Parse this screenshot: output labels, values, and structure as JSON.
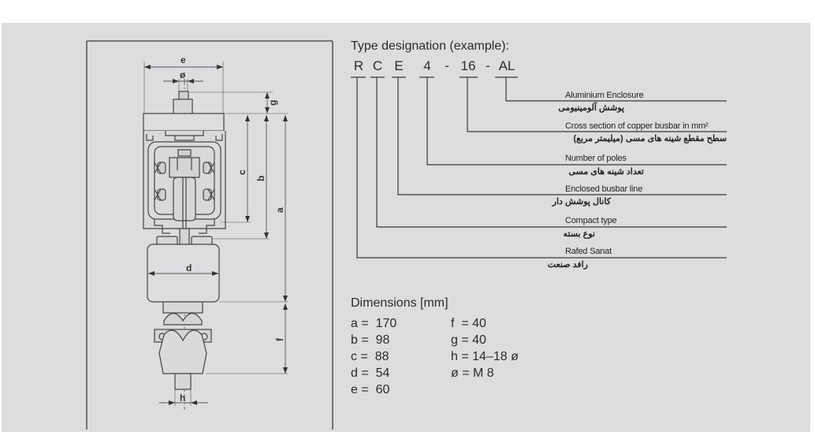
{
  "type_designation": {
    "title": "Type designation (example):",
    "code": [
      {
        "char": "R"
      },
      {
        "char": "C"
      },
      {
        "char": "E"
      },
      {
        "char": "4"
      },
      {
        "char": "-"
      },
      {
        "char": "16"
      },
      {
        "char": "-"
      },
      {
        "char": "AL"
      }
    ],
    "legend": [
      {
        "code": "AL",
        "en": "Aluminium Enclosure",
        "fa": "پوشش آلومینیومی"
      },
      {
        "code": "16",
        "en": "Cross section of copper busbar in mm²",
        "fa": "سطح مقطع شینه های مسی (میلیمتر مربع)"
      },
      {
        "code": "4",
        "en": "Number of poles",
        "fa": "تعداد شینه های مسی"
      },
      {
        "code": "E",
        "en": "Enclosed busbar line",
        "fa": "کانال پوشش دار"
      },
      {
        "code": "C",
        "en": "Compact type",
        "fa": "نوع بسته"
      },
      {
        "code": "R",
        "en": "Rafed Sanat",
        "fa": "رافد صنعت"
      }
    ]
  },
  "dimensions": {
    "title": "Dimensions [mm]",
    "left": [
      {
        "key": "a",
        "value": "170"
      },
      {
        "key": "b",
        "value": "98"
      },
      {
        "key": "c",
        "value": "88"
      },
      {
        "key": "d",
        "value": "54"
      },
      {
        "key": "e",
        "value": "60"
      }
    ],
    "right": [
      {
        "key": "f",
        "value": "40"
      },
      {
        "key": "g",
        "value": "40"
      },
      {
        "key": "h",
        "value": "14–18 ø"
      },
      {
        "key": "ø",
        "value": "M 8"
      }
    ]
  },
  "drawing": {
    "labels": {
      "e": "e",
      "phi": "ø",
      "g": "g",
      "c": "c",
      "b": "b",
      "a": "a",
      "d": "d",
      "f": "f",
      "h": "h"
    }
  }
}
